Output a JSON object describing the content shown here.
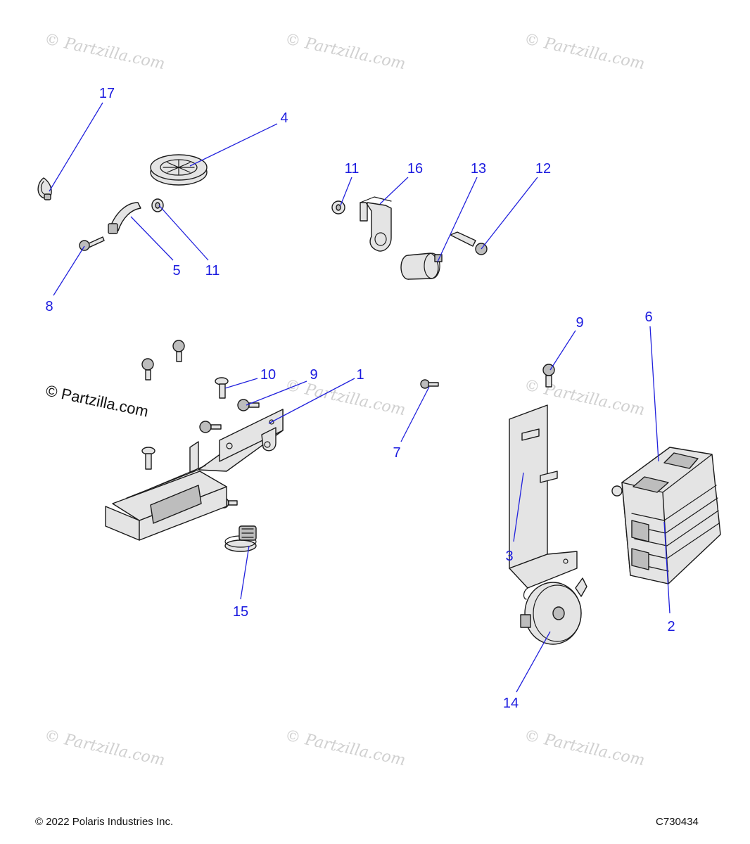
{
  "diagram": {
    "callouts": [
      {
        "id": "c17",
        "label": "17"
      },
      {
        "id": "c4",
        "label": "4"
      },
      {
        "id": "c11a",
        "label": "11"
      },
      {
        "id": "c16",
        "label": "16"
      },
      {
        "id": "c13",
        "label": "13"
      },
      {
        "id": "c12",
        "label": "12"
      },
      {
        "id": "c5",
        "label": "5"
      },
      {
        "id": "c11b",
        "label": "11"
      },
      {
        "id": "c8",
        "label": "8"
      },
      {
        "id": "c9a",
        "label": "9"
      },
      {
        "id": "c6",
        "label": "6"
      },
      {
        "id": "c10",
        "label": "10"
      },
      {
        "id": "c9b",
        "label": "9"
      },
      {
        "id": "c1",
        "label": "1"
      },
      {
        "id": "c7",
        "label": "7"
      },
      {
        "id": "c3",
        "label": "3"
      },
      {
        "id": "c2",
        "label": "2"
      },
      {
        "id": "c15",
        "label": "15"
      },
      {
        "id": "c14",
        "label": "14"
      }
    ],
    "watermark_text": "© Partzilla.com",
    "watermark_overlay": "© Partzilla.com"
  },
  "footer": {
    "copyright": "© 2022 Polaris Industries Inc.",
    "diagram_code": "C730434"
  }
}
